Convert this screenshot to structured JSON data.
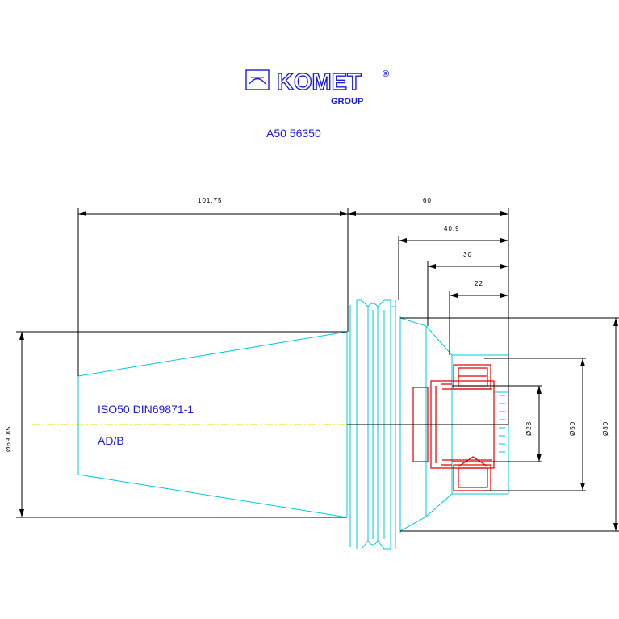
{
  "brand": {
    "name": "KOMET",
    "sub": "GROUP",
    "reg": "®"
  },
  "part_number": "A50 56350",
  "spec": {
    "standard": "ISO50 DIN69871-1",
    "variant": "AD/B"
  },
  "dimensions": {
    "taper_length": "101.75",
    "length_60": "60",
    "length_40_9": "40.9",
    "length_30": "30",
    "length_22": "22",
    "dia_taper": "Ø69.85",
    "dia_28": "Ø28",
    "dia_50": "Ø50",
    "dia_80": "Ø80"
  },
  "colors": {
    "brand": "#1a1adb",
    "outline": "#00c8d8",
    "dimension": "#000000",
    "detail": "#e00000",
    "centerline": "#e8e000"
  }
}
